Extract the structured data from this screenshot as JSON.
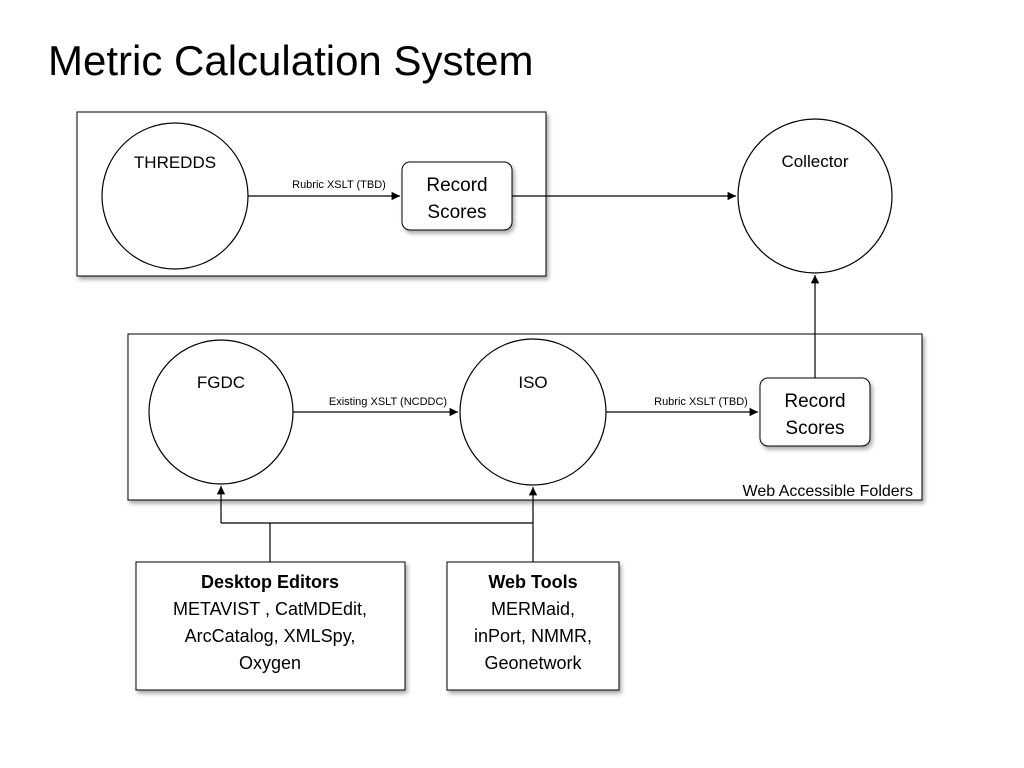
{
  "title": "Metric Calculation System",
  "nodes": {
    "thredds": "THREDDS",
    "collector": "Collector",
    "fgdc": "FGDC",
    "iso": "ISO"
  },
  "record_scores_top": {
    "line1": "Record",
    "line2": "Scores"
  },
  "record_scores_bottom": {
    "line1": "Record",
    "line2": "Scores"
  },
  "edges": {
    "thredds_to_scores": "Rubric XSLT (TBD)",
    "fgdc_to_iso": "Existing XSLT (NCDDC)",
    "iso_to_scores": "Rubric XSLT (TBD)"
  },
  "web_folder_label": "Web Accessible Folders",
  "desktop_editors": {
    "heading": "Desktop Editors",
    "lines": [
      "METAVIST , CatMDEdit,",
      "ArcCatalog, XMLSpy,",
      "Oxygen"
    ]
  },
  "web_tools": {
    "heading": "Web Tools",
    "lines": [
      "MERMaid,",
      "inPort, NMMR,",
      "Geonetwork"
    ]
  }
}
